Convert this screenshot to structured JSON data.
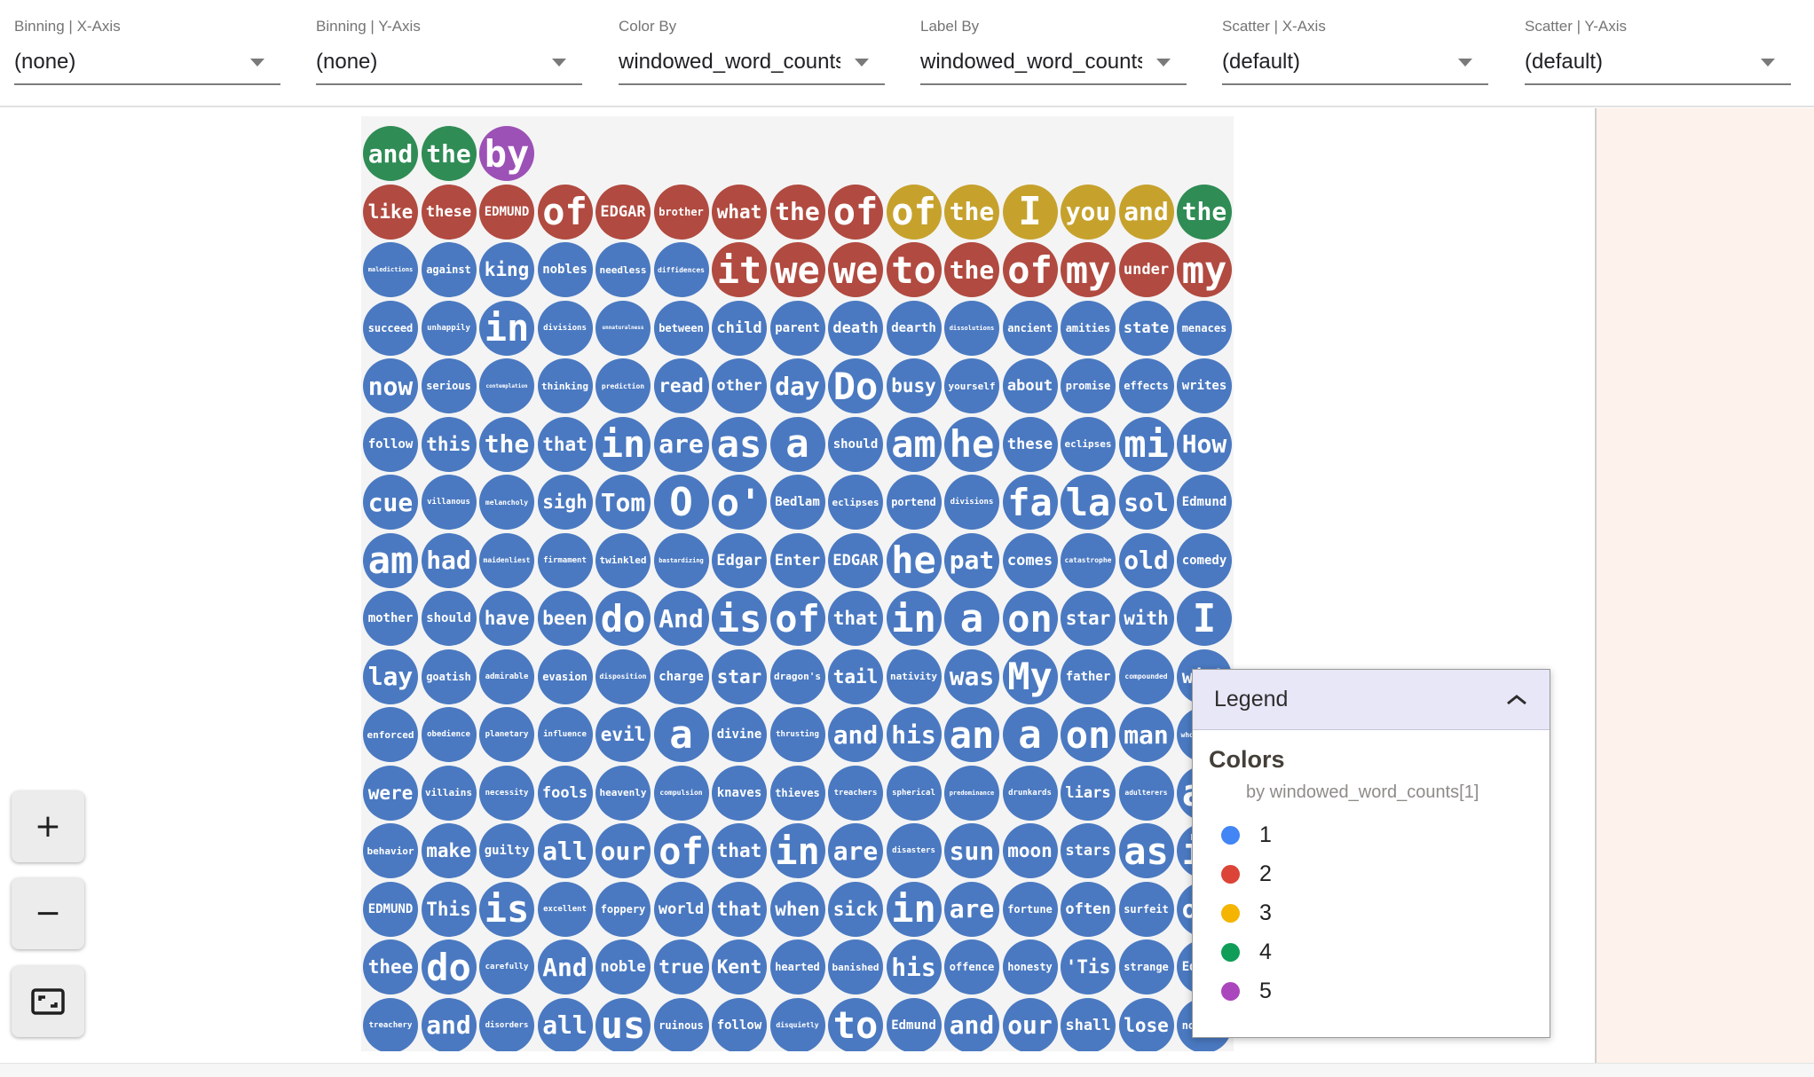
{
  "toolbar": {
    "dropdowns": [
      {
        "id": "binning-x-axis",
        "label": "Binning | X-Axis",
        "value": "(none)"
      },
      {
        "id": "binning-y-axis",
        "label": "Binning | Y-Axis",
        "value": "(none)"
      },
      {
        "id": "color-by",
        "label": "Color By",
        "value": "windowed_word_counts[1]"
      },
      {
        "id": "label-by",
        "label": "Label By",
        "value": "windowed_word_counts[1]"
      },
      {
        "id": "scatter-x-axis",
        "label": "Scatter | X-Axis",
        "value": "(default)"
      },
      {
        "id": "scatter-y-axis",
        "label": "Scatter | Y-Axis",
        "value": "(default)"
      }
    ]
  },
  "zoom_controls": {
    "zoom_in": "+",
    "zoom_out": "−",
    "fit_icon": "fit-to-screen"
  },
  "legend": {
    "title": "Legend",
    "collapse_icon": "chevron-up",
    "section_title": "Colors",
    "subtitle": "by windowed_word_counts[1]",
    "entries": [
      {
        "value": "1",
        "color": "#4285f4"
      },
      {
        "value": "2",
        "color": "#db4437"
      },
      {
        "value": "3",
        "color": "#f4b400"
      },
      {
        "value": "4",
        "color": "#0f9d58"
      },
      {
        "value": "5",
        "color": "#ab47bc"
      }
    ]
  },
  "palette": {
    "circle": {
      "1": "#4a79c1",
      "2": "#b14a40",
      "3": "#c6a22d",
      "4": "#2f8c55",
      "5": "#9c51b6"
    }
  },
  "chart_data": {
    "type": "bubble-grid",
    "color_by": "windowed_word_counts[1]",
    "label_by": "windowed_word_counts[1]",
    "color_values": {
      "1": "blue",
      "2": "red",
      "3": "yellow",
      "4": "green",
      "5": "purple"
    },
    "rows": [
      [
        "and:4",
        "the:4",
        "by:5"
      ],
      [
        "like:2",
        "these:2",
        "EDMUND:2",
        "of:2",
        "EDGAR:2",
        "brother:2",
        "what:2",
        "the:2",
        "of:2",
        "of:3",
        "the:3",
        "I:3",
        "you:3",
        "and:3",
        "the:4"
      ],
      [
        "maledictions:1",
        "against:1",
        "king:1",
        "nobles:1",
        "needless:1",
        "diffidences:1",
        "it:2",
        "we:2",
        "we:2",
        "to:2",
        "the:2",
        "of:2",
        "my:2",
        "under:2",
        "my:2"
      ],
      [
        "succeed:1",
        "unhappily:1",
        "in:1",
        "divisions:1",
        "unnaturalness:1",
        "between:1",
        "child:1",
        "parent:1",
        "death:1",
        "dearth:1",
        "dissolutions:1",
        "ancient:1",
        "amities:1",
        "state:1",
        "menaces:1"
      ],
      [
        "now:1",
        "serious:1",
        "contemplation:1",
        "thinking:1",
        "prediction:1",
        "read:1",
        "other:1",
        "day:1",
        "Do:1",
        "busy:1",
        "yourself:1",
        "about:1",
        "promise:1",
        "effects:1",
        "writes:1"
      ],
      [
        "follow:1",
        "this:1",
        "the:1",
        "that:1",
        "in:1",
        "are:1",
        "as:1",
        "a:1",
        "should:1",
        "am:1",
        "he:1",
        "these:1",
        "eclipses:1",
        "mi:1",
        "How:1"
      ],
      [
        "cue:1",
        "villanous:1",
        "melancholy:1",
        "sigh:1",
        "Tom:1",
        "O:1",
        "o':1",
        "Bedlam:1",
        "eclipses:1",
        "portend:1",
        "divisions:1",
        "fa:1",
        "la:1",
        "sol:1",
        "Edmund:1"
      ],
      [
        "am:1",
        "had:1",
        "maidenliest:1",
        "firmament:1",
        "twinkled:1",
        "bastardizing:1",
        "Edgar:1",
        "Enter:1",
        "EDGAR:1",
        "he:1",
        "pat:1",
        "comes:1",
        "catastrophe:1",
        "old:1",
        "comedy:1"
      ],
      [
        "mother:1",
        "should:1",
        "have:1",
        "been:1",
        "do:1",
        "And:1",
        "is:1",
        "of:1",
        "that:1",
        "in:1",
        "a:1",
        "on:1",
        "star:1",
        "with:1",
        "I:1"
      ],
      [
        "lay:1",
        "goatish:1",
        "admirable:1",
        "evasion:1",
        "disposition:1",
        "charge:1",
        "star:1",
        "dragon's:1",
        "tail:1",
        "nativity:1",
        "was:1",
        "My:1",
        "father:1",
        "compounded:1",
        "with:1"
      ],
      [
        "enforced:1",
        "obedience:1",
        "planetary:1",
        "influence:1",
        "evil:1",
        "a:1",
        "divine:1",
        "thrusting:1",
        "and:1",
        "his:1",
        "an:1",
        "a:1",
        "on:1",
        "man:1",
        "whoremaster:1"
      ],
      [
        "were:1",
        "villains:1",
        "necessity:1",
        "fools:1",
        "heavenly:1",
        "compulsion:1",
        "knaves:1",
        "thieves:1",
        "treachers:1",
        "spherical:1",
        "predominance:1",
        "drunkards:1",
        "liars:1",
        "adulterers:1",
        "an:1"
      ],
      [
        "behavior:1",
        "make:1",
        "guilty:1",
        "all:1",
        "our:1",
        "of:1",
        "that:1",
        "in:1",
        "are:1",
        "disasters:1",
        "sun:1",
        "moon:1",
        "stars:1",
        "as:1",
        "if:1"
      ],
      [
        "EDMUND:1",
        "This:1",
        "is:1",
        "excellent:1",
        "foppery:1",
        "world:1",
        "that:1",
        "when:1",
        "sick:1",
        "in:1",
        "are:1",
        "fortune:1",
        "often:1",
        "surfeit:1",
        "our:1"
      ],
      [
        "thee:1",
        "do:1",
        "carefully:1",
        "And:1",
        "noble:1",
        "true:1",
        "Kent:1",
        "hearted:1",
        "banished:1",
        "his:1",
        "offence:1",
        "honesty:1",
        "'Tis:1",
        "strange:1",
        "Edmund:1"
      ],
      [
        "treachery:1",
        "and:1",
        "disorders:1",
        "all:1",
        "us:1",
        "ruinous:1",
        "follow:1",
        "disquietly:1",
        "to:1",
        "Edmund:1",
        "and:1",
        "our:1",
        "shall:1",
        "lose:1",
        "nothing:1"
      ]
    ]
  }
}
